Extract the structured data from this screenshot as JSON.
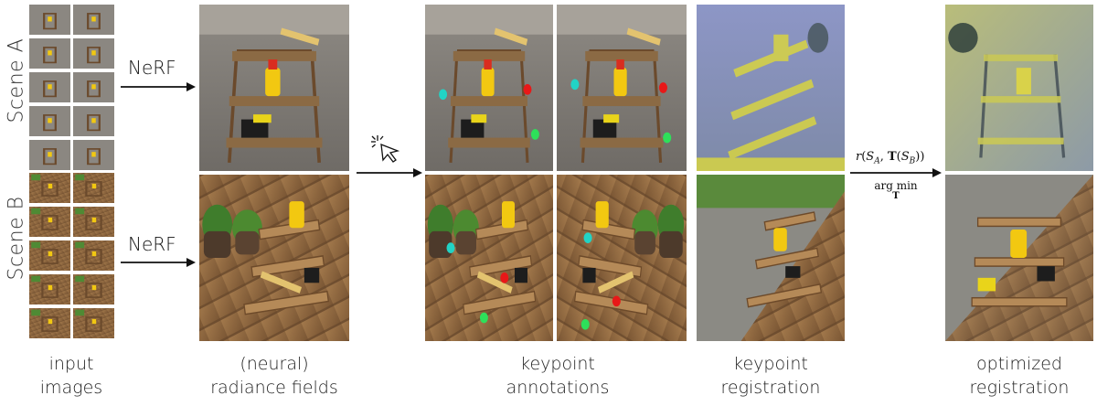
{
  "scenes": [
    {
      "label": "Scene A"
    },
    {
      "label": "Scene B"
    }
  ],
  "arrows": {
    "nerf_a": "NeRF",
    "nerf_b": "NeRF"
  },
  "optimization": {
    "objective": "r(S_A, T(S_B))",
    "operator": "arg min",
    "operator_sub": "T"
  },
  "captions": [
    {
      "line1": "input",
      "line2": "images"
    },
    {
      "line1": "(neural)",
      "line2": "radiance fields"
    },
    {
      "line1": "keypoint",
      "line2": "annotations"
    },
    {
      "line1": "keypoint",
      "line2": "registration"
    },
    {
      "line1": "optimized",
      "line2": "registration"
    }
  ],
  "icons": {
    "click": "cursor-click-icon"
  },
  "colors": {
    "keypoint_cyan": "#22d3c5",
    "keypoint_red": "#e81818",
    "keypoint_green": "#2ee05a",
    "registration_tint": "#8a93c4",
    "highlight_yellow": "#e8e23a"
  }
}
